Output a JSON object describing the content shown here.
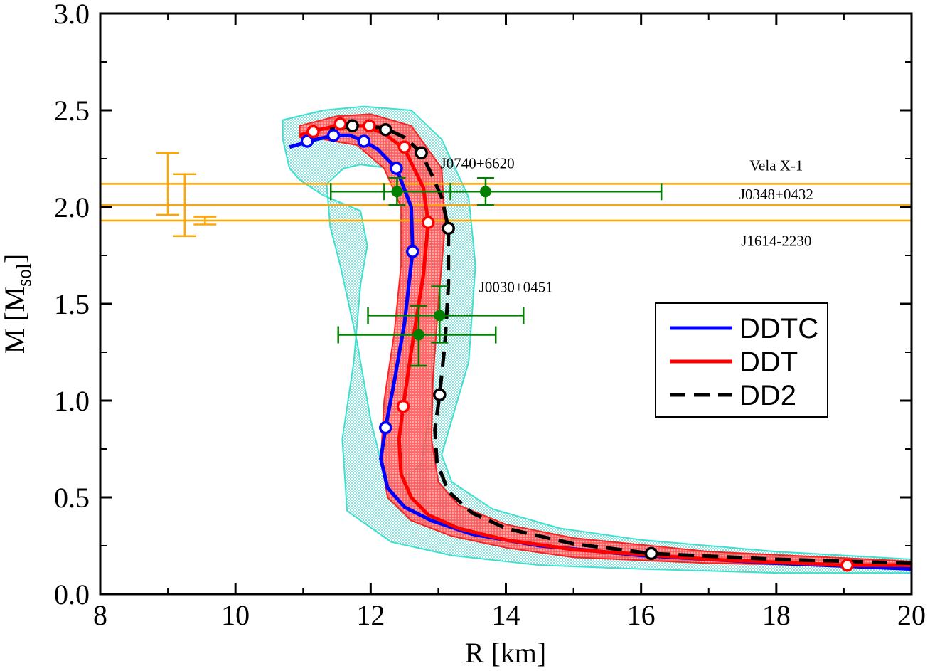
{
  "chart_data": {
    "type": "line",
    "xlabel": "R   [km]",
    "ylabel_main": "M  [M",
    "ylabel_sub": "sol",
    "ylabel_close": "]",
    "xlim": [
      8,
      20
    ],
    "ylim": [
      0.0,
      3.0
    ],
    "x_ticks": [
      "8",
      "10",
      "12",
      "14",
      "16",
      "18",
      "20"
    ],
    "y_ticks": [
      "0.0",
      "0.5",
      "1.0",
      "1.5",
      "2.0",
      "2.5",
      "3.0"
    ],
    "legend_position": "right",
    "colors": {
      "ddtc": "#0000ff",
      "ddt": "#ff0000",
      "dd2": "#000000",
      "band_fill": "#7fd8d2",
      "band_edge": "#40e0d0",
      "ddt_band": "#ff3030",
      "observation": "#008000",
      "mass_limit": "#ffa500"
    },
    "series": [
      {
        "name": "DDTC",
        "style": "solid",
        "color": "#0000ff",
        "points": [
          [
            20.0,
            0.13
          ],
          [
            18.0,
            0.16
          ],
          [
            16.0,
            0.2
          ],
          [
            14.5,
            0.25
          ],
          [
            13.5,
            0.31
          ],
          [
            12.9,
            0.38
          ],
          [
            12.5,
            0.45
          ],
          [
            12.25,
            0.55
          ],
          [
            12.15,
            0.7
          ],
          [
            12.22,
            0.86
          ],
          [
            12.35,
            1.1
          ],
          [
            12.5,
            1.4
          ],
          [
            12.62,
            1.77
          ],
          [
            12.6,
            2.0
          ],
          [
            12.38,
            2.2
          ],
          [
            12.1,
            2.3
          ],
          [
            11.9,
            2.34
          ],
          [
            11.7,
            2.37
          ],
          [
            11.45,
            2.37
          ],
          [
            11.2,
            2.35
          ],
          [
            10.8,
            2.31
          ]
        ],
        "markers": [
          [
            12.22,
            0.86
          ],
          [
            12.62,
            1.77
          ],
          [
            12.38,
            2.2
          ],
          [
            11.9,
            2.34
          ],
          [
            11.45,
            2.37
          ],
          [
            11.06,
            2.34
          ]
        ]
      },
      {
        "name": "DDT",
        "style": "solid",
        "color": "#ff0000",
        "points": [
          [
            20.0,
            0.15
          ],
          [
            19.0,
            0.15
          ],
          [
            17.0,
            0.18
          ],
          [
            15.0,
            0.23
          ],
          [
            14.0,
            0.28
          ],
          [
            13.3,
            0.34
          ],
          [
            12.85,
            0.41
          ],
          [
            12.6,
            0.5
          ],
          [
            12.45,
            0.62
          ],
          [
            12.42,
            0.8
          ],
          [
            12.48,
            0.97
          ],
          [
            12.62,
            1.3
          ],
          [
            12.78,
            1.65
          ],
          [
            12.85,
            1.92
          ],
          [
            12.78,
            2.1
          ],
          [
            12.5,
            2.3
          ],
          [
            12.2,
            2.38
          ],
          [
            11.9,
            2.42
          ],
          [
            11.5,
            2.42
          ],
          [
            11.1,
            2.39
          ],
          [
            10.95,
            2.37
          ]
        ],
        "markers": [
          [
            19.05,
            0.15
          ],
          [
            12.48,
            0.97
          ],
          [
            12.85,
            1.92
          ],
          [
            12.5,
            2.31
          ],
          [
            11.98,
            2.42
          ],
          [
            11.55,
            2.43
          ],
          [
            11.15,
            2.39
          ]
        ]
      },
      {
        "name": "DD2",
        "style": "dashed",
        "color": "#000000",
        "points": [
          [
            20.0,
            0.16
          ],
          [
            18.0,
            0.18
          ],
          [
            16.15,
            0.21
          ],
          [
            15.0,
            0.26
          ],
          [
            14.0,
            0.34
          ],
          [
            13.5,
            0.42
          ],
          [
            13.15,
            0.53
          ],
          [
            12.98,
            0.68
          ],
          [
            12.95,
            0.85
          ],
          [
            13.02,
            1.03
          ],
          [
            13.1,
            1.3
          ],
          [
            13.15,
            1.6
          ],
          [
            13.15,
            1.89
          ],
          [
            13.05,
            2.05
          ],
          [
            12.9,
            2.17
          ],
          [
            12.75,
            2.28
          ],
          [
            12.5,
            2.36
          ],
          [
            12.2,
            2.41
          ],
          [
            11.75,
            2.42
          ],
          [
            11.4,
            2.4
          ]
        ],
        "markers": [
          [
            16.15,
            0.21
          ],
          [
            13.02,
            1.03
          ],
          [
            13.15,
            1.89
          ],
          [
            12.75,
            2.28
          ],
          [
            12.22,
            2.4
          ],
          [
            11.73,
            2.42
          ]
        ]
      }
    ],
    "cyan_band_outline": [
      [
        10.7,
        2.45
      ],
      [
        11.3,
        2.5
      ],
      [
        11.9,
        2.52
      ],
      [
        12.6,
        2.5
      ],
      [
        13.05,
        2.35
      ],
      [
        13.45,
        2.05
      ],
      [
        13.55,
        1.7
      ],
      [
        13.45,
        1.2
      ],
      [
        13.2,
        0.9
      ],
      [
        13.05,
        0.72
      ],
      [
        13.2,
        0.58
      ],
      [
        13.8,
        0.44
      ],
      [
        14.8,
        0.34
      ],
      [
        16.0,
        0.28
      ],
      [
        18.0,
        0.22
      ],
      [
        20.0,
        0.18
      ],
      [
        20.0,
        0.11
      ],
      [
        18.0,
        0.11
      ],
      [
        16.0,
        0.13
      ],
      [
        14.5,
        0.15
      ],
      [
        13.2,
        0.2
      ],
      [
        12.3,
        0.27
      ],
      [
        11.65,
        0.43
      ],
      [
        11.58,
        0.8
      ],
      [
        11.75,
        1.2
      ],
      [
        11.85,
        1.6
      ],
      [
        11.95,
        1.8
      ],
      [
        11.85,
        1.98
      ],
      [
        11.3,
        2.06
      ],
      [
        10.95,
        2.14
      ],
      [
        10.8,
        2.2
      ],
      [
        10.7,
        2.35
      ]
    ],
    "cyan_band_hole": [
      [
        12.2,
        0.62
      ],
      [
        12.6,
        0.62
      ],
      [
        12.75,
        0.68
      ],
      [
        12.9,
        1.0
      ],
      [
        12.95,
        1.4
      ],
      [
        12.9,
        1.8
      ],
      [
        12.7,
        2.05
      ],
      [
        12.3,
        2.2
      ],
      [
        11.85,
        2.22
      ],
      [
        11.6,
        2.2
      ],
      [
        11.35,
        2.12
      ],
      [
        11.4,
        1.9
      ],
      [
        11.55,
        1.7
      ],
      [
        11.8,
        1.3
      ],
      [
        12.0,
        0.9
      ]
    ],
    "ddt_band_outline": [
      [
        10.95,
        2.42
      ],
      [
        11.5,
        2.47
      ],
      [
        12.0,
        2.48
      ],
      [
        12.6,
        2.42
      ],
      [
        13.05,
        2.2
      ],
      [
        13.1,
        1.9
      ],
      [
        13.0,
        1.5
      ],
      [
        12.92,
        1.1
      ],
      [
        12.9,
        0.8
      ],
      [
        13.0,
        0.58
      ],
      [
        13.3,
        0.46
      ],
      [
        14.0,
        0.36
      ],
      [
        15.0,
        0.29
      ],
      [
        17.0,
        0.22
      ],
      [
        20.0,
        0.17
      ],
      [
        20.0,
        0.14
      ],
      [
        17.0,
        0.16
      ],
      [
        15.0,
        0.19
      ],
      [
        14.0,
        0.24
      ],
      [
        13.2,
        0.3
      ],
      [
        12.6,
        0.38
      ],
      [
        12.25,
        0.5
      ],
      [
        12.15,
        0.7
      ],
      [
        12.2,
        1.0
      ],
      [
        12.35,
        1.35
      ],
      [
        12.45,
        1.7
      ],
      [
        12.45,
        2.0
      ],
      [
        12.2,
        2.2
      ],
      [
        11.8,
        2.32
      ],
      [
        11.3,
        2.35
      ],
      [
        10.95,
        2.36
      ]
    ],
    "mass_limits": [
      {
        "name": "Vela X-1",
        "mass": 2.12
      },
      {
        "name": "J0348+0432",
        "mass": 2.01
      },
      {
        "name": "J1614-2230",
        "mass": 1.93
      }
    ],
    "mass_error_bars": [
      {
        "x": 9.0,
        "center": 2.12,
        "low": 1.96,
        "high": 2.28
      },
      {
        "x": 9.25,
        "center": 2.01,
        "low": 1.85,
        "high": 2.17
      },
      {
        "x": 9.55,
        "center": 1.93,
        "low": 1.91,
        "high": 1.95
      }
    ],
    "observations": [
      {
        "name": "J0740+6620",
        "label": "J0740+6620",
        "points": [
          {
            "x": 12.39,
            "y": 2.08,
            "xerr": [
              0.98,
              0.79
            ],
            "yerr": [
              0.07,
              0.07
            ]
          },
          {
            "x": 13.7,
            "y": 2.08,
            "xerr": [
              1.5,
              2.6
            ],
            "yerr": [
              0.07,
              0.07
            ]
          }
        ]
      },
      {
        "name": "J0030+0451",
        "label": "J0030+0451",
        "points": [
          {
            "x": 13.02,
            "y": 1.44,
            "xerr": [
              1.06,
              1.24
            ],
            "yerr": [
              0.14,
              0.15
            ]
          },
          {
            "x": 12.71,
            "y": 1.34,
            "xerr": [
              1.19,
              1.14
            ],
            "yerr": [
              0.16,
              0.15
            ]
          }
        ]
      }
    ],
    "legend": [
      "DDTC",
      "DDT",
      "DD2"
    ]
  }
}
